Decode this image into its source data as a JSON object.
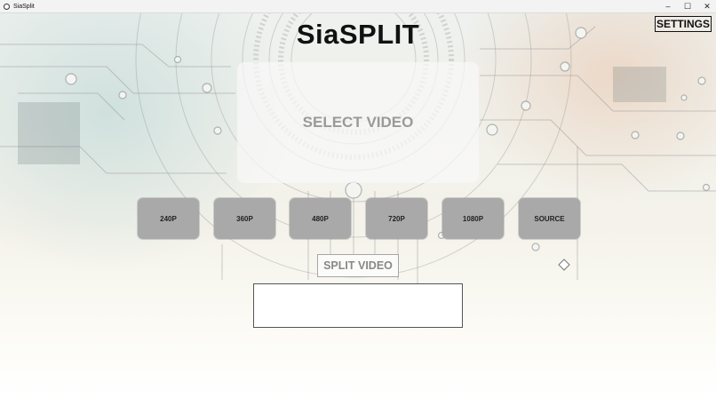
{
  "window": {
    "title": "SiaSplit",
    "app_icon": "app-icon",
    "controls": {
      "minimize": "–",
      "maximize": "☐",
      "close": "✕"
    }
  },
  "header": {
    "title": "SiaSPLIT"
  },
  "settings": {
    "label": "SETTINGS"
  },
  "select_video": {
    "label": "SELECT VIDEO"
  },
  "resolutions": [
    "240P",
    "360P",
    "480P",
    "720P",
    "1080P",
    "SOURCE"
  ],
  "split": {
    "label": "SPLIT VIDEO"
  },
  "output": {
    "text": ""
  },
  "colors": {
    "button_gray": "#a9a9a9",
    "title_text": "#111111",
    "select_text": "#9a9a9a",
    "split_text": "#888888"
  }
}
